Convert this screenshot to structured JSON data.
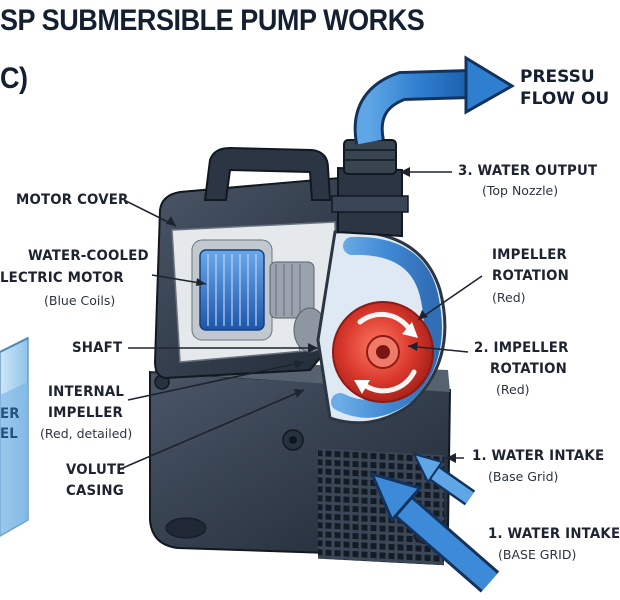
{
  "title": {
    "line1": "SP SUBMERSIBLE PUMP WORKS",
    "line2": "C)"
  },
  "labels": {
    "pressure": {
      "line1": "PRESSU",
      "line2": "FLOW OU"
    },
    "water_output": {
      "main": "3. WATER OUTPUT",
      "sub": "(Top Nozzle)"
    },
    "motor_cover": {
      "main": "MOTOR COVER"
    },
    "motor": {
      "line1": "WATER-COOLED",
      "line2": "LECTRIC MOTOR",
      "sub": "(Blue Coils)"
    },
    "impeller_rotation_top": {
      "line1": "IMPELLER",
      "line2": "ROTATION",
      "sub": "(Red)"
    },
    "shaft": {
      "main": "SHAFT"
    },
    "impeller_rotation_2": {
      "line1": "2. IMPELLER",
      "line2": "ROTATION",
      "sub": "(Red)"
    },
    "internal_impeller": {
      "line1": "INTERNAL",
      "line2": "IMPELLER",
      "sub": "(Red, detailed)"
    },
    "water_level": {
      "line1": "ER",
      "line2": "EL"
    },
    "water_intake_1": {
      "main": "1. WATER INTAKE",
      "sub": "(Base Grid)"
    },
    "volute_casing": {
      "line1": "VOLUTE",
      "line2": "CASING"
    },
    "water_intake_2": {
      "main": "1. WATER INTAKE",
      "sub": "(BASE GRID)"
    }
  },
  "colors": {
    "water_blue": "#2f7fd0",
    "impeller_red": "#d8362b",
    "pump_body": "#2e3a4a",
    "motor_coil": "#2e6fc8",
    "tank": "#a9d2f0"
  }
}
